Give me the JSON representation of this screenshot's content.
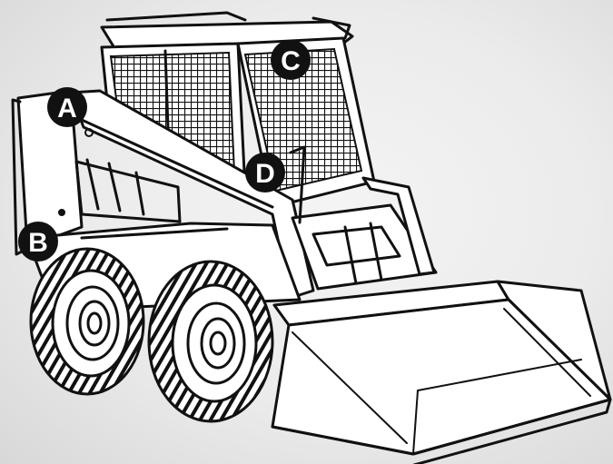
{
  "callouts": [
    {
      "id": "A",
      "label": "A"
    },
    {
      "id": "B",
      "label": "B"
    },
    {
      "id": "C",
      "label": "C"
    },
    {
      "id": "D",
      "label": "D"
    }
  ],
  "colors": {
    "background": "#ebebeb",
    "ink": "#111111",
    "callout_fill": "#111111",
    "callout_text": "#ffffff"
  }
}
